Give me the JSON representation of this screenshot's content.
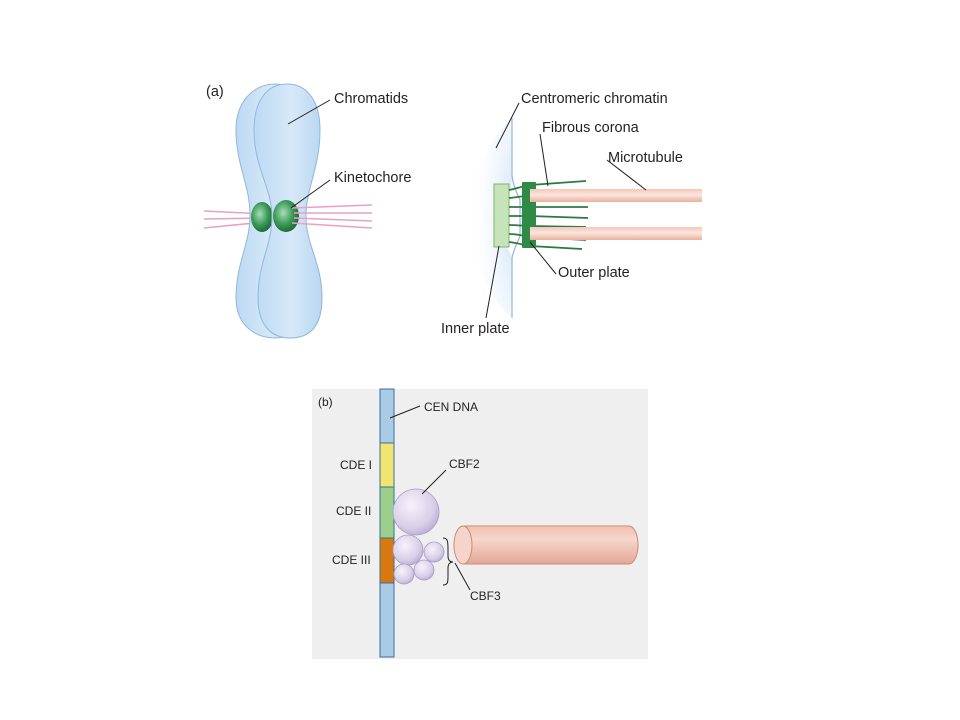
{
  "panel_a": {
    "tag": "(a)",
    "labels": {
      "chromatids": "Chromatids",
      "kinetochore": "Kinetochore",
      "centromeric_chromatin": "Centromeric chromatin",
      "fibrous_corona": "Fibrous corona",
      "microtubule": "Microtubule",
      "outer_plate": "Outer plate",
      "inner_plate": "Inner plate"
    }
  },
  "panel_b": {
    "tag": "(b)",
    "labels": {
      "cen_dna": "CEN DNA",
      "cde_i": "CDE I",
      "cde_ii": "CDE II",
      "cde_iii": "CDE III",
      "cbf2": "CBF2",
      "cbf3": "CBF3"
    }
  },
  "colors": {
    "chromatid": "#cfe3f6",
    "kinetochore": "#3e9a5a",
    "microtubule": "#f3c2b4",
    "plate": "#2f8a45",
    "inner_plate": "#bfe0b0",
    "cde_i": "#f2e470",
    "cde_ii": "#9ccf8c",
    "cde_iii": "#d9780f",
    "protein": "#d5cde6",
    "panel_bg": "#efefef"
  }
}
